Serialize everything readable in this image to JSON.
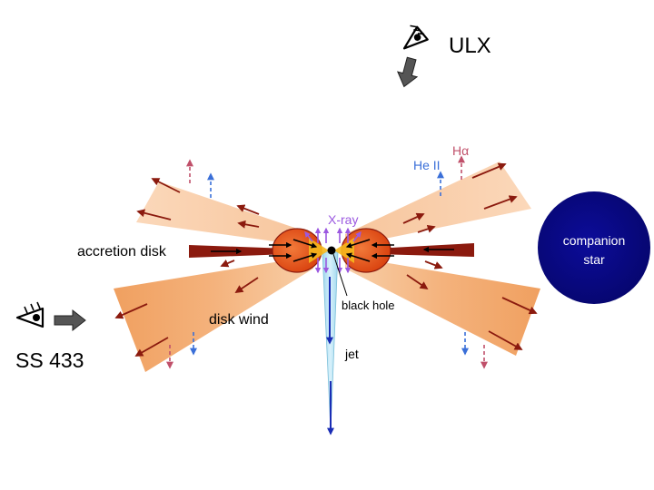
{
  "labels": {
    "ulx": "ULX",
    "ss433": "SS 433",
    "halpha_top": "Hα",
    "heii_top": "He II",
    "xray": "X-ray",
    "accretion_disk": "accretion disk",
    "disk_wind": "disk wind",
    "black_hole": "black hole",
    "jet": "jet",
    "companion_line1": "companion",
    "companion_line2": "star"
  },
  "icons": {
    "observer_top": "eye-icon",
    "observer_left": "eye-icon",
    "view_arrow_top": "arrow-down-icon",
    "view_arrow_left": "arrow-right-icon"
  },
  "colors": {
    "wind_light": "#f9d2b0",
    "wind_dark": "#f08a3e",
    "disk": "#8b1a0e",
    "lobe": "#e8531c",
    "wind_arrow": "#8b1a0e",
    "halpha": "#c0506a",
    "heii": "#3a6fd8",
    "xray": "#9b59e0",
    "jet_fill": "#bfe6f5",
    "jet_arrow": "#1a2db5",
    "companion": "#0a0a8c",
    "text": "#000000"
  }
}
